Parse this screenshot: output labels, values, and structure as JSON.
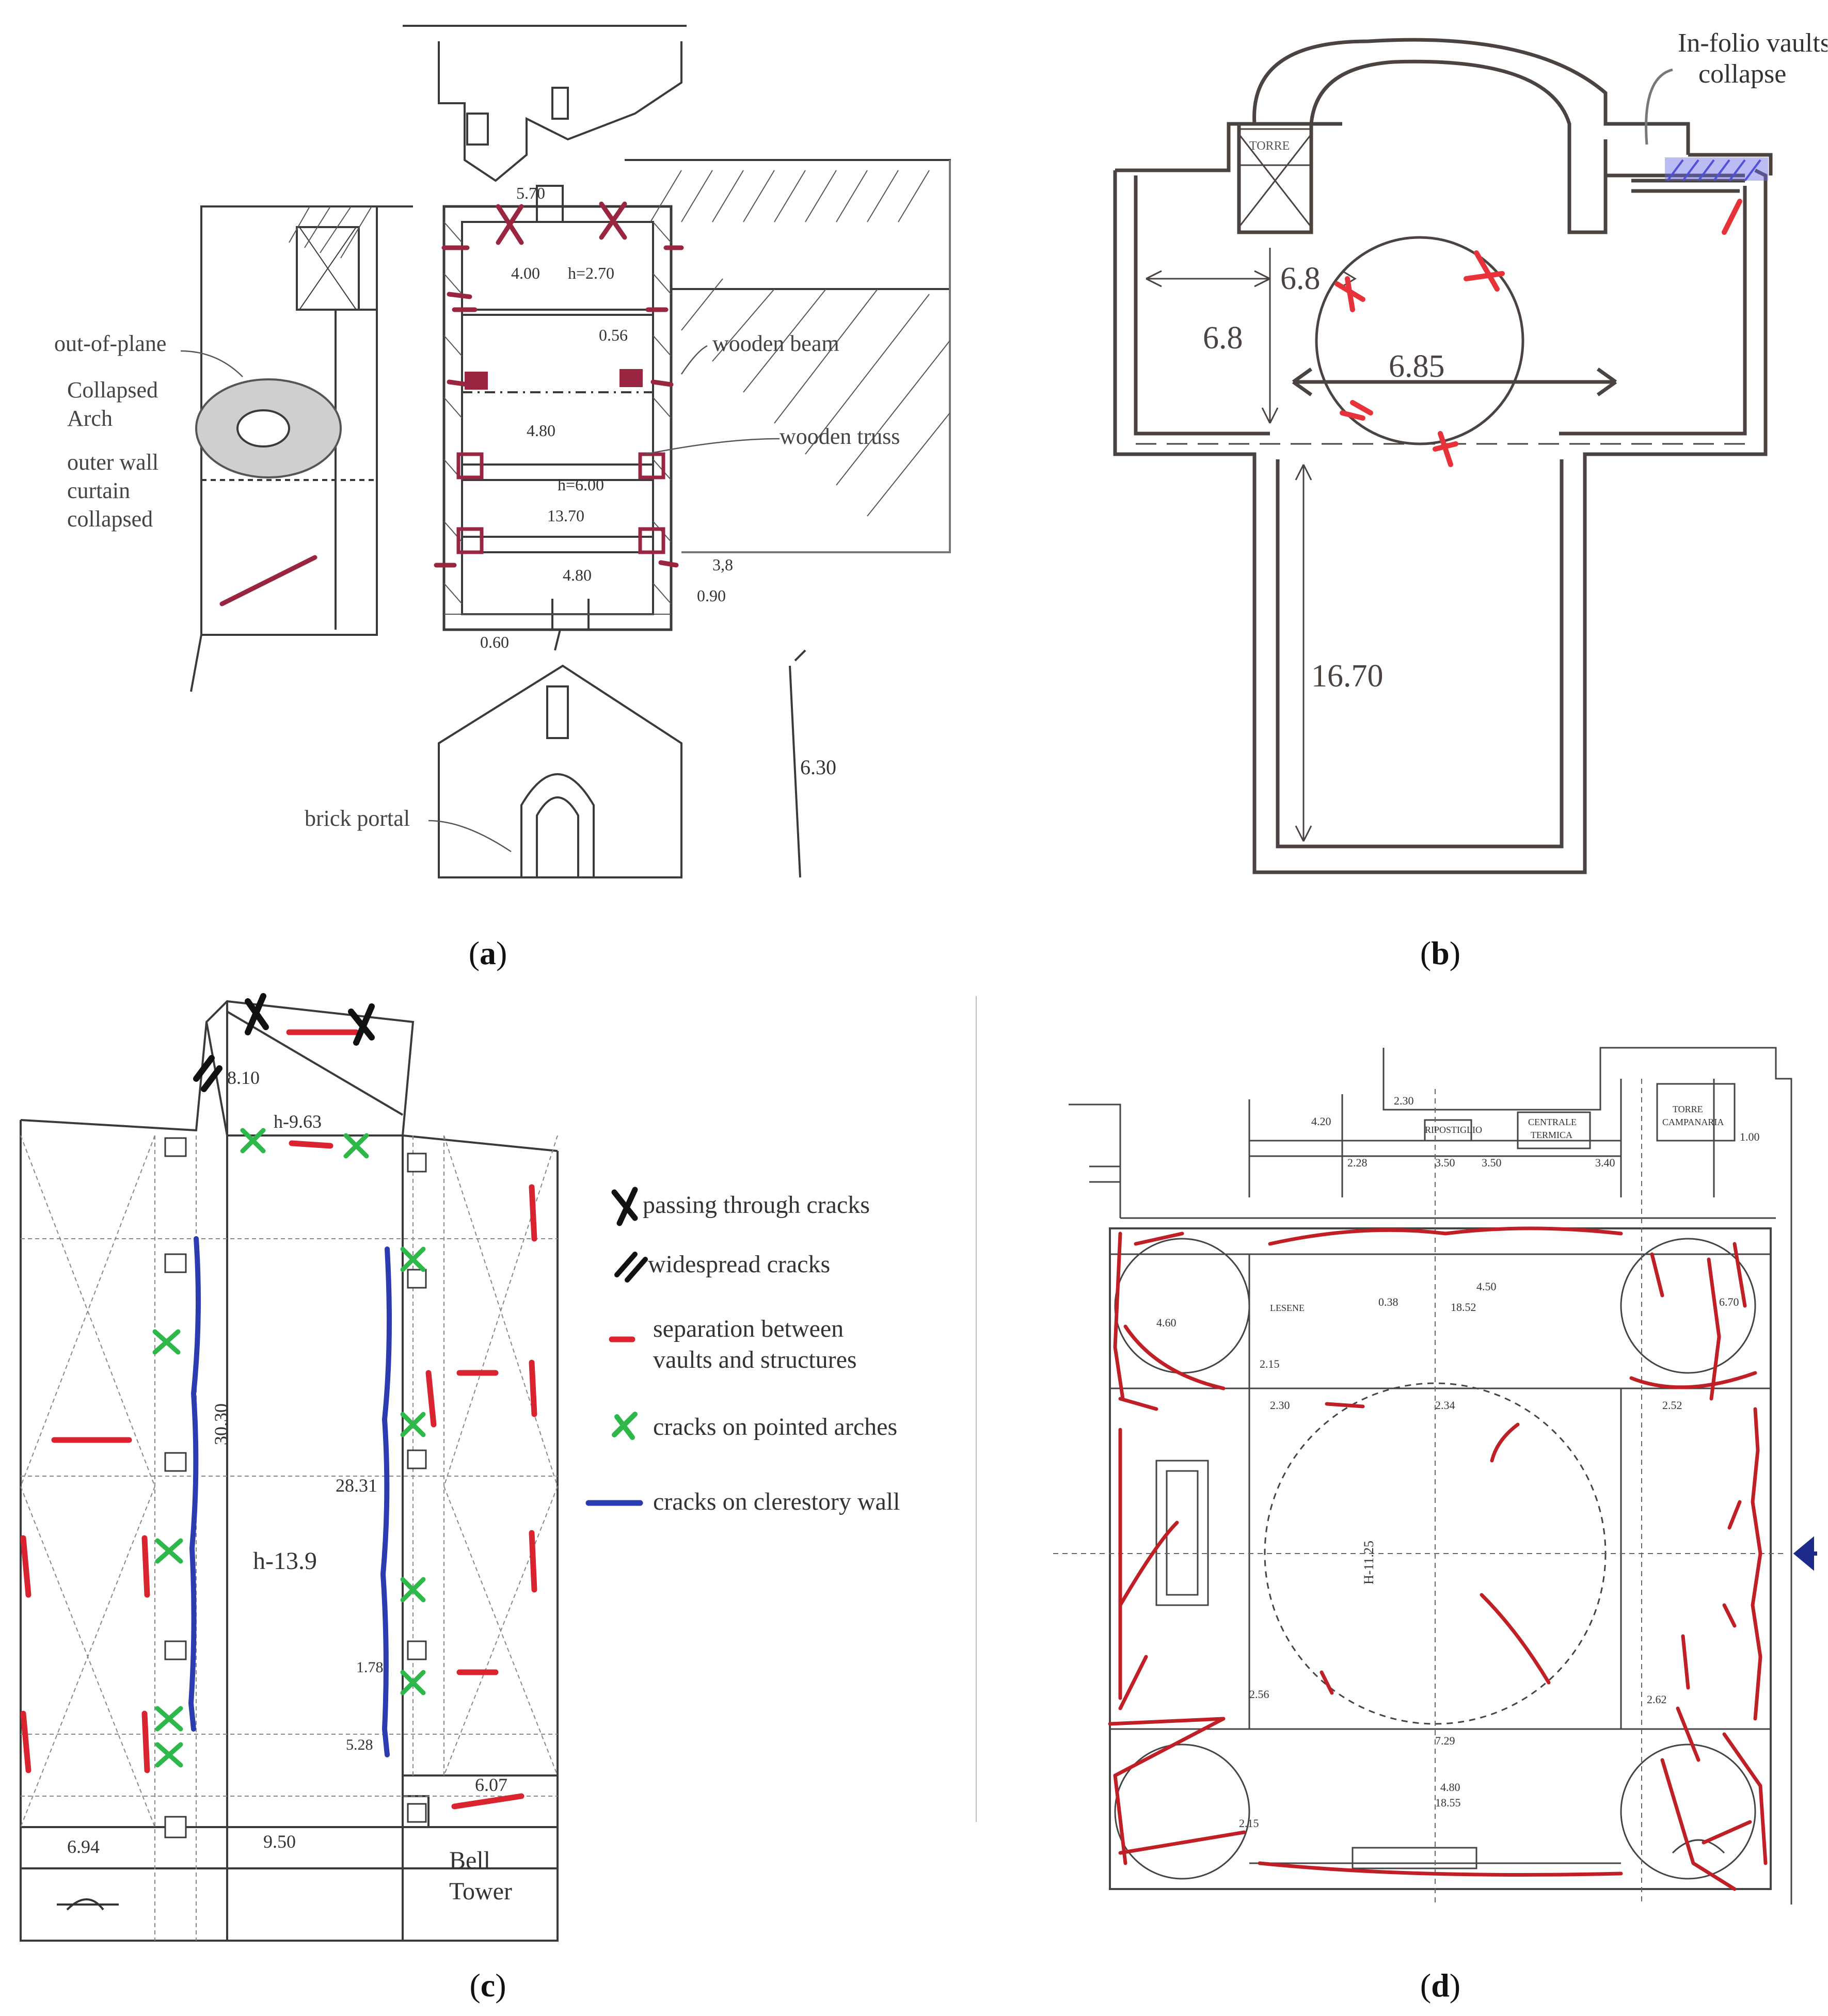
{
  "panel_a": {
    "caption_letter": "a",
    "labels": {
      "out_of_plane": "out-of-plane",
      "collapsed_arch_1": "Collapsed",
      "collapsed_arch_2": "Arch",
      "outer_wall_1": "outer wall",
      "outer_wall_2": "curtain",
      "outer_wall_3": "collapsed",
      "wooden_beam": "wooden beam",
      "wooden_truss": "wooden truss",
      "brick_portal": "brick portal"
    },
    "dims": [
      "5.70",
      "4.00",
      "h=2.70",
      "0.56",
      "4.80",
      "h=6.00",
      "13.70",
      "3,8",
      "4.80",
      "0.90",
      "0.60",
      "6.30"
    ]
  },
  "panel_b": {
    "caption_letter": "b",
    "labels": {
      "in_folio_1": "In-folio vaults",
      "in_folio_2": "collapse",
      "torre": "TORRE"
    },
    "dims": [
      "6.8",
      "6.8",
      "6.85",
      "16.70"
    ],
    "colors": {
      "crack": "#e8323a",
      "collapse": "#6a6ae8"
    }
  },
  "panel_c": {
    "caption_letter": "c",
    "legend": [
      {
        "icon": "x-mark-icon",
        "label": "passing through cracks",
        "color": "#111111"
      },
      {
        "icon": "double-slash-icon",
        "label": "widespread cracks",
        "color": "#111111"
      },
      {
        "icon": "red-dash-icon",
        "label": "separation between",
        "label2": "vaults and structures",
        "color": "#d9232e"
      },
      {
        "icon": "green-x-icon",
        "label": "cracks on pointed arches",
        "color": "#2fb84a"
      },
      {
        "icon": "blue-line-icon",
        "label": "cracks on clerestory wall",
        "color": "#2b3bb0"
      }
    ],
    "dims": [
      "8.10",
      "h-9.63",
      "30.30",
      "28.31",
      "h-13.9",
      "1.78",
      "5.28",
      "6.07",
      "6.94",
      "9.50"
    ],
    "bell_tower_1": "Bell",
    "bell_tower_2": "Tower"
  },
  "panel_d": {
    "caption_letter": "d",
    "labels": {
      "ripostiglio": "RIPOSTIGLIO",
      "centrale_1": "CENTRALE",
      "centrale_2": "TERMICA",
      "torre_1": "TORRE",
      "torre_2": "CAMPANARIA",
      "lesene": "LESENE"
    },
    "dims": [
      "4.20",
      "3.50",
      "3.40",
      "2.30",
      "1.00",
      "3.50",
      "2.28",
      "0.38",
      "2.15",
      "4.50",
      "18.52",
      "4.60",
      "2.30",
      "2.34",
      "2.52",
      "H-11.25",
      "7.29",
      "2.56",
      "2.62",
      "4.80",
      "18.55",
      "2.15",
      "6.70"
    ]
  }
}
